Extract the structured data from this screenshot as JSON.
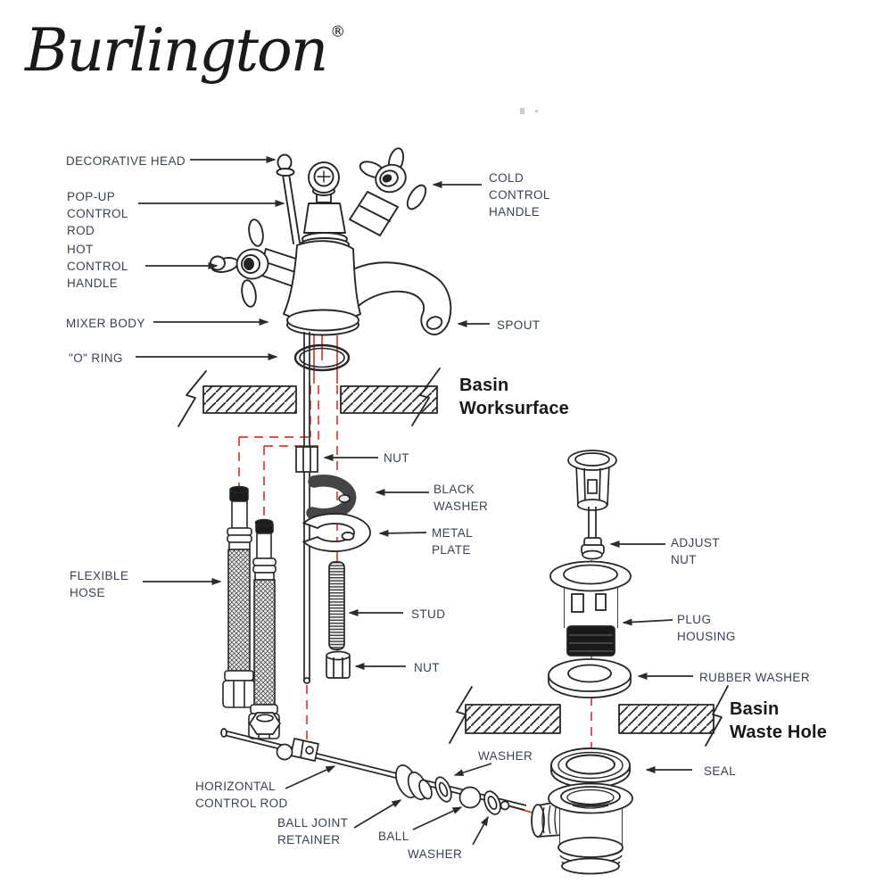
{
  "brand": {
    "name": "Burlington",
    "registered": "®"
  },
  "labels": {
    "decorative_head": "DECORATIVE HEAD",
    "pop_up_control_rod": "POP-UP\nCONTROL\nROD",
    "hot_control_handle": "HOT\nCONTROL\nHANDLE",
    "cold_control_handle": "COLD\nCONTROL\nHANDLE",
    "mixer_body": "MIXER BODY",
    "o_ring": "\"O\" RING",
    "spout": "SPOUT",
    "basin_worksurface": "Basin\nWorksurface",
    "nut_upper": "NUT",
    "black_washer": "BLACK\nWASHER",
    "metal_plate": "METAL\nPLATE",
    "flexible_hose": "FLEXIBLE\nHOSE",
    "stud": "STUD",
    "nut_lower": "NUT",
    "adjust_nut": "ADJUST\nNUT",
    "plug_housing": "PLUG\nHOUSING",
    "rubber_washer": "RUBBER WASHER",
    "basin_waste_hole": "Basin\nWaste Hole",
    "washer_upper": "WASHER",
    "horizontal_control_rod": "HORIZONTAL\nCONTROL ROD",
    "ball_joint_retainer": "BALL JOINT\nRETAINER",
    "ball": "BALL",
    "washer_lower": "WASHER",
    "seal": "SEAL"
  },
  "colors": {
    "label_text": "#3a4252",
    "heading_text": "#17181a",
    "line_art": "#262626",
    "guide_red": "#e03a36",
    "black_washer_fill": "#454545"
  }
}
